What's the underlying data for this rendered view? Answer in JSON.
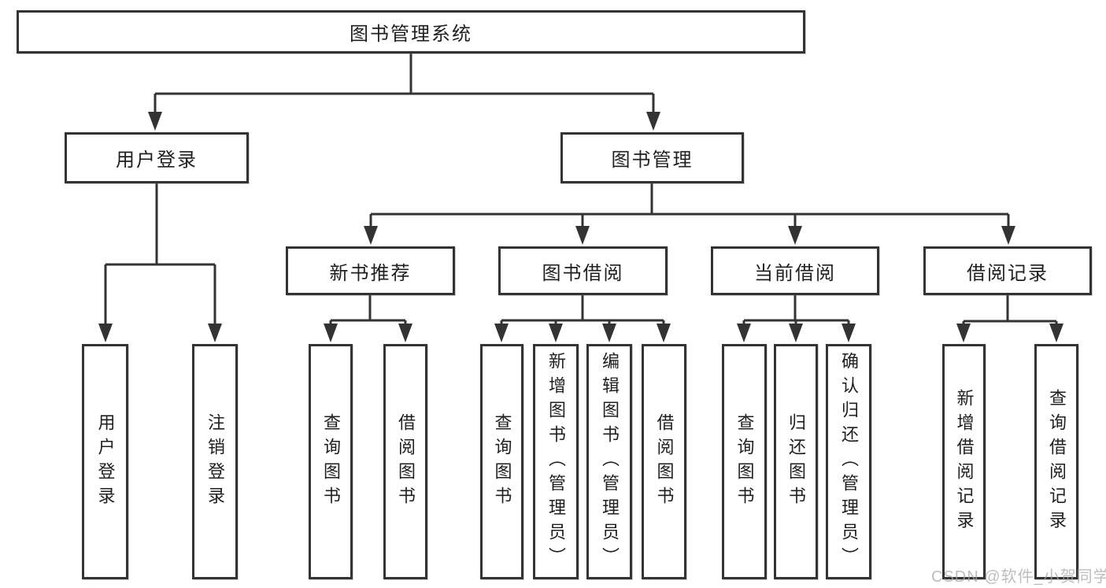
{
  "hierarchy": {
    "root": {
      "label": "图书管理系统",
      "children": [
        {
          "label": "用户登录",
          "children": [
            {
              "label": "用户登录"
            },
            {
              "label": "注销登录"
            }
          ]
        },
        {
          "label": "图书管理",
          "children": [
            {
              "label": "新书推荐",
              "children": [
                {
                  "label": "查询图书"
                },
                {
                  "label": "借阅图书"
                }
              ]
            },
            {
              "label": "图书借阅",
              "children": [
                {
                  "label": "查询图书"
                },
                {
                  "label": "新增图书（管理员）"
                },
                {
                  "label": "编辑图书（管理员）"
                },
                {
                  "label": "借阅图书"
                }
              ]
            },
            {
              "label": "当前借阅",
              "children": [
                {
                  "label": "查询图书"
                },
                {
                  "label": "归还图书"
                },
                {
                  "label": "确认归还（管理员）"
                }
              ]
            },
            {
              "label": "借阅记录",
              "children": [
                {
                  "label": "新增借阅记录"
                },
                {
                  "label": "查询借阅记录"
                }
              ]
            }
          ]
        }
      ]
    }
  },
  "watermark": {
    "text": "CSDN @软件_小贺同学"
  },
  "colors": {
    "line": "#333333",
    "box_border": "#333333",
    "text": "#1f1f1f",
    "background": "#ffffff",
    "watermark": "#a8a8a8"
  }
}
